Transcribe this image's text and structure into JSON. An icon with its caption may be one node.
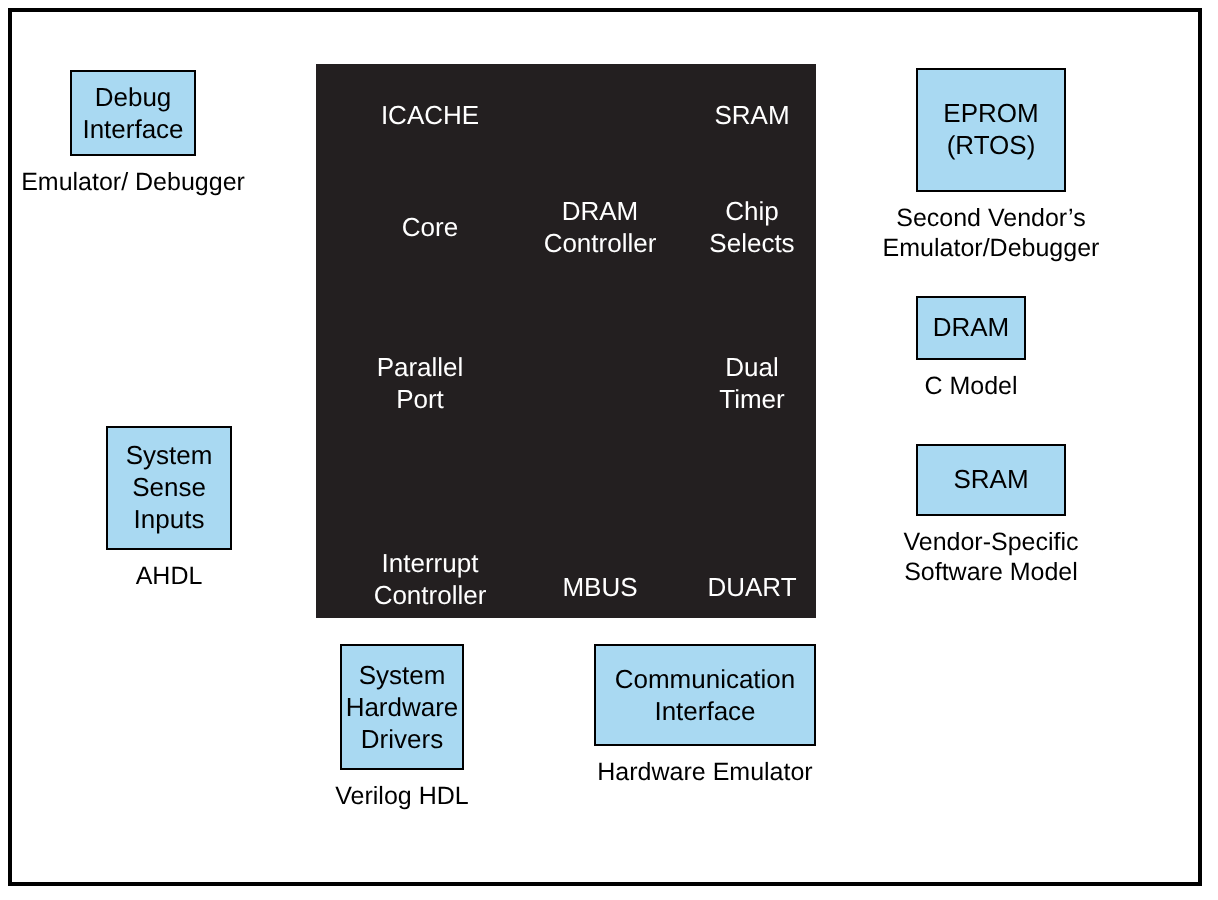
{
  "diagram": {
    "nodes": [
      {
        "text": [
          "ICACHE",
          "SRAM",
          "Core",
          "DRAM Controller",
          "Chip Selects",
          "Parallel Port",
          "Dual Timer",
          "Interrupt Controller",
          "MBUS",
          "DUART"
        ]
      },
      {
        "text": [
          "Debug Interface"
        ],
        "beside": [
          "Emulator/ Debugger"
        ]
      },
      {
        "text": [
          "EPROM (RTOS)"
        ],
        "beside": [
          "Second Vendor’s Emulator/Debugger"
        ]
      },
      {
        "text": [
          "System Sense Inputs"
        ],
        "beside": [
          "AHDL"
        ]
      },
      {
        "text": [
          "DRAM"
        ],
        "beside": [
          "C Model"
        ]
      },
      {
        "text": [
          "SRAM"
        ],
        "beside": [
          "Vendor-Specific Software Model"
        ]
      },
      {
        "text": [
          "System Hardware Drivers"
        ],
        "beside": [
          "Verilog HDL"
        ]
      },
      {
        "text": [
          "Communication Interface"
        ],
        "beside": [
          "Hardware Emulator"
        ]
      }
    ],
    "edges": []
  }
}
